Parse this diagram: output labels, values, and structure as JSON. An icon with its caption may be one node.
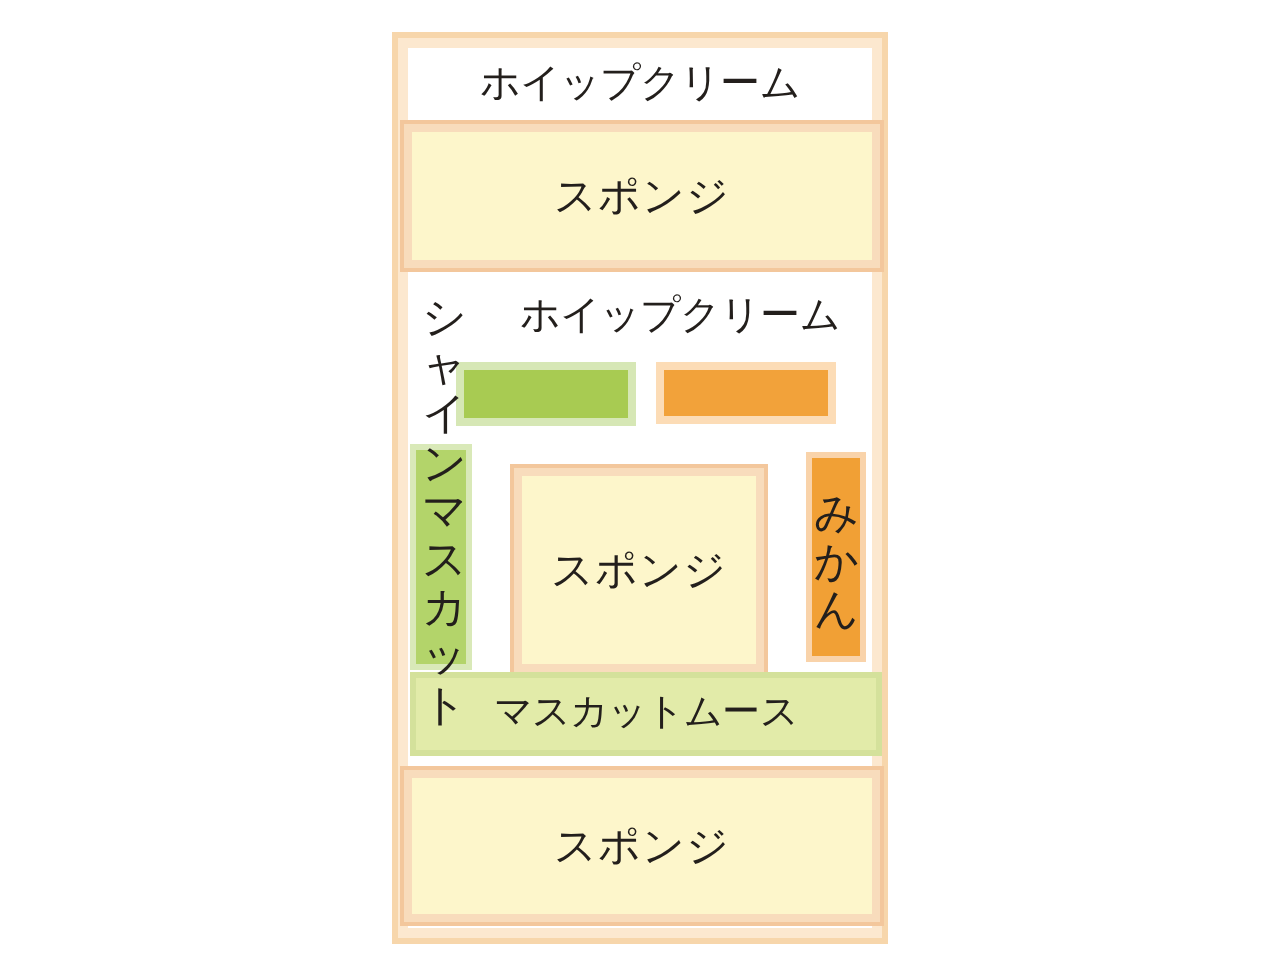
{
  "diagram": {
    "nodes": [
      {
        "text": [],
        "shape": "box"
      },
      {
        "text": [
          "スポンジ"
        ],
        "in": 0
      },
      {
        "text": [],
        "shape": "bar",
        "in": 0
      },
      {
        "text": [],
        "shape": "bar",
        "in": 0
      },
      {
        "text": [
          "シャインマスカット"
        ],
        "in": 0
      },
      {
        "text": [
          "スポンジ"
        ],
        "in": 0
      },
      {
        "text": [
          "みかん"
        ],
        "in": 0
      },
      {
        "text": [
          "マスカットムース"
        ],
        "in": 0
      },
      {
        "text": [
          "スポンジ"
        ],
        "in": 0
      }
    ],
    "labels": [
      "ホイップクリーム",
      "ホイップクリーム"
    ]
  }
}
